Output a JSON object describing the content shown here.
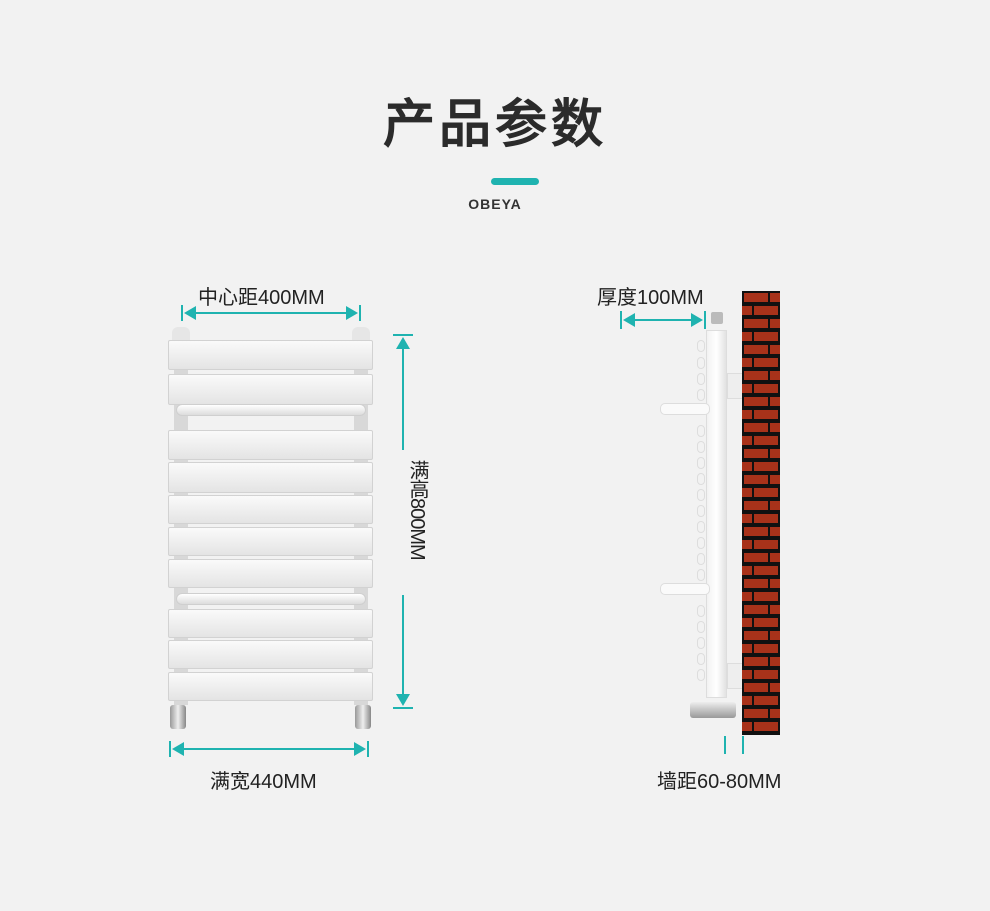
{
  "header": {
    "title": "产品参数",
    "brand": "OBEYA"
  },
  "front_view": {
    "center_distance_label": "中心距400MM",
    "full_height_label": "满高800MM",
    "full_width_label": "满宽440MM"
  },
  "side_view": {
    "thickness_label": "厚度100MM",
    "wall_distance_label": "墙距60-80MM"
  },
  "colors": {
    "accent": "#1fb3b0",
    "brick": "#a8321a"
  }
}
